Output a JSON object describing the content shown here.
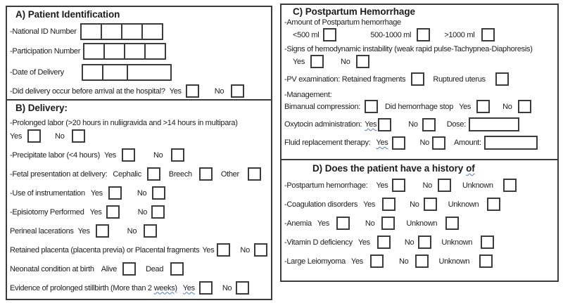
{
  "colors": {
    "border": "#3c3c3c",
    "text": "#1c1c1c",
    "squiggle": "#4a7bd0"
  },
  "form": {
    "section_a": {
      "title": "A) Patient Identification",
      "national_id_label": "-National ID Number",
      "participation_label": "-Participation Number",
      "date_label": "-Date of Delivery",
      "before_arrival_label": "-Did delivery occur before arrival at the hospital?",
      "yes": "Yes",
      "no": "No"
    },
    "section_b": {
      "title": "B) Delivery:",
      "prolonged_label": "-Prolonged labor (>20 hours in nuliigravida and >14 hours in multipara)",
      "precipitate_label": "-Precipitate labor (<4 hours)",
      "fetal_label": "-Fetal presentation at delivery:",
      "fetal_cephalic": "Cephalic",
      "fetal_breech": "Breech",
      "fetal_other": "Other",
      "instrumentation_label": "-Use of instrumentation",
      "episiotomy_label": "-Episiotomy Performed",
      "perineal_label": "Perineal lacerations",
      "retained_label": "Retained placenta (placenta previa) or Placental fragments",
      "neonatal_label": "Neonatal condition at birth",
      "neonatal_alive": "Alive",
      "neonatal_dead": "Dead",
      "stillbirth_label": "Evidence of prolonged stillbirth (More than 2",
      "stillbirth_weeks": "weeks)",
      "yes": "Yes",
      "no": "No"
    },
    "section_c": {
      "title": "C) Postpartum Hemorrhage",
      "amount_label": "-Amount of Postpartum hemorrhage",
      "amount_lt500": "<500 ml",
      "amount_mid": "500-1000 ml",
      "amount_gt1000": ">1000 ml",
      "signs_label": "-Signs of hemodynamic instability (weak rapid pulse-Tachypnea-Diaphoresis)",
      "signs_yes": "Yes",
      "signs_no": "No",
      "pv_label": "-PV examination: Retained fragments",
      "pv_ruptured_label": "Ruptured uterus",
      "management_label": "-Management:",
      "bimanual_label": "Bimanual compression:",
      "bimanual_stop_label": "Did hemorrhage stop",
      "oxytocin_label": "Oxytocin administration:",
      "dose_label": "Dose:",
      "fluid_label": "Fluid replacement therapy:",
      "amount_input_label": "Amount:",
      "yes": "Yes",
      "no": "No"
    },
    "section_d": {
      "title_main": "D) Does the patient have a history",
      "title_of": "of",
      "rows": [
        {
          "label": "-Postpartum hemorrhage:"
        },
        {
          "label": "-Coagulation disorders"
        },
        {
          "label": "-Anemia"
        },
        {
          "label": "-Vitamin D deficiency"
        },
        {
          "label": "-Large Leiomyoma"
        }
      ],
      "yes": "Yes",
      "no": "No",
      "unknown": "Unknown"
    }
  }
}
